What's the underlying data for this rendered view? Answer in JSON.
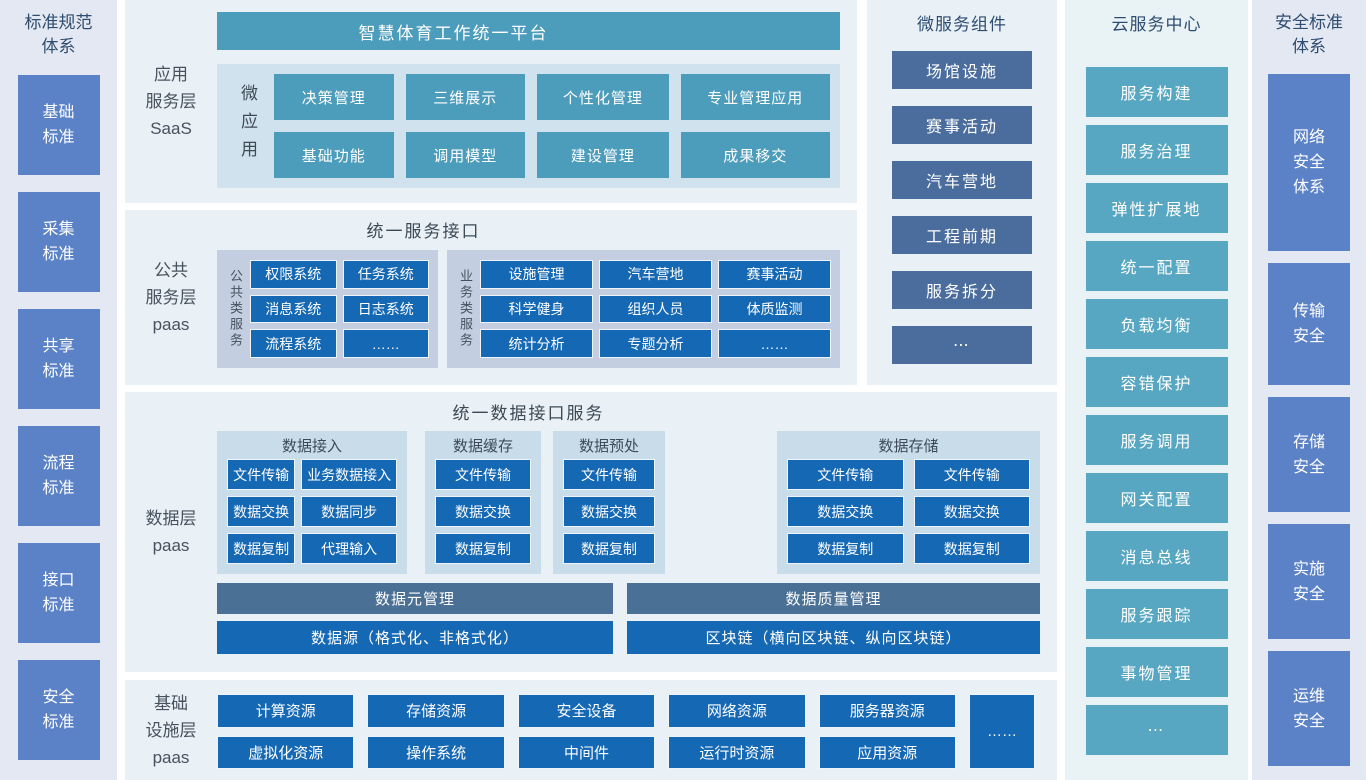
{
  "colors": {
    "teal_accent": "#4c9cbb",
    "cloud_teal": "#58a7c2",
    "dark_blue": "#1568b3",
    "steel_blue": "#4b7096",
    "slate_blue": "#4a6d9d",
    "indigo_blue": "#5b82c6",
    "panel_bg": "#e9f1f6",
    "sidebar_bg": "#e4e8f2",
    "group_bg_service": "#c3cfe1",
    "group_bg_data": "#c9dcea",
    "micro_box_bg": "#cfe2ed"
  },
  "left_sidebar": {
    "title": "标准规范体系",
    "items": [
      "基础标准",
      "采集标准",
      "共享标准",
      "流程标准",
      "接口标准",
      "安全标准"
    ]
  },
  "saas_layer": {
    "label_lines": [
      "应用",
      "服务层",
      "SaaS"
    ],
    "banner": "智慧体育工作统一平台",
    "micro_label": "微应用",
    "apps": [
      "决策管理",
      "三维展示",
      "个性化管理",
      "专业管理应用",
      "基础功能",
      "调用模型",
      "建设管理",
      "成果移交"
    ]
  },
  "public_layer": {
    "label_lines": [
      "公共",
      "服务层",
      "paas"
    ],
    "title": "统一服务接口",
    "group_a": {
      "label": "公共类服务",
      "items": [
        "权限系统",
        "任务系统",
        "消息系统",
        "日志系统",
        "流程系统",
        "……"
      ]
    },
    "group_b": {
      "label": "业务类服务",
      "items": [
        "设施管理",
        "汽车营地",
        "赛事活动",
        "科学健身",
        "组织人员",
        "体质监测",
        "统计分析",
        "专题分析",
        "……"
      ]
    }
  },
  "data_layer": {
    "label_lines": [
      "数据层",
      "paas"
    ],
    "title": "统一数据接口服务",
    "groups": [
      {
        "title": "数据接入",
        "items": [
          "文件传输",
          "业务数据接入",
          "数据交换",
          "数据同步",
          "数据复制",
          "代理输入"
        ]
      },
      {
        "title": "数据缓存",
        "items": [
          "文件传输",
          "数据交换",
          "数据复制"
        ]
      },
      {
        "title": "数据预处",
        "items": [
          "文件传输",
          "数据交换",
          "数据复制"
        ]
      },
      {
        "title": "数据存储",
        "items": [
          "文件传输",
          "文件传输",
          "数据交换",
          "数据交换",
          "数据复制",
          "数据复制"
        ]
      }
    ],
    "meta_bars": [
      "数据元管理",
      "数据质量管理"
    ],
    "source_bars": [
      "数据源（格式化、非格式化）",
      "区块链（横向区块链、纵向区块链）"
    ]
  },
  "infra_layer": {
    "label_lines": [
      "基础",
      "设施层",
      "paas"
    ],
    "row1": [
      "计算资源",
      "存储资源",
      "安全设备",
      "网络资源",
      "服务器资源"
    ],
    "row2": [
      "虚拟化资源",
      "操作系统",
      "中间件",
      "运行时资源",
      "应用资源"
    ],
    "more": "……"
  },
  "microservices": {
    "title": "微服务组件",
    "items": [
      "场馆设施",
      "赛事活动",
      "汽车营地",
      "工程前期",
      "服务拆分",
      "⋯"
    ]
  },
  "cloud_center": {
    "title": "云服务中心",
    "items": [
      "服务构建",
      "服务治理",
      "弹性扩展地",
      "统一配置",
      "负载均衡",
      "容错保护",
      "服务调用",
      "网关配置",
      "消息总线",
      "服务跟踪",
      "事物管理",
      "⋯"
    ]
  },
  "right_sidebar": {
    "title": "安全标准体系",
    "items": [
      "网络安全体系",
      "传输安全",
      "存储安全",
      "实施安全",
      "运维安全"
    ]
  }
}
